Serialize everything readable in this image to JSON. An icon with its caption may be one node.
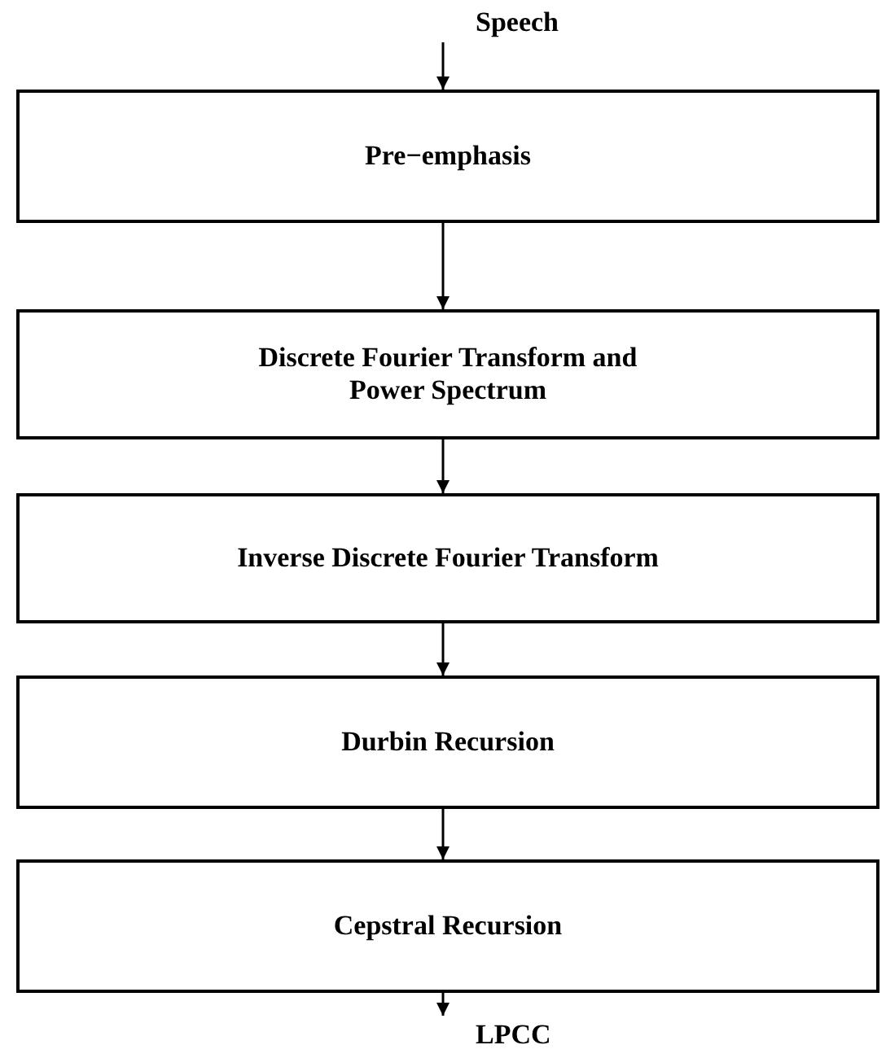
{
  "diagram": {
    "nodes": [
      {
        "text": [
          "Speech"
        ]
      },
      {
        "text": [
          "Pre−emphasis"
        ]
      },
      {
        "text": [
          "Discrete Fourier Transform and Power Spectrum"
        ]
      },
      {
        "text": [
          "Inverse Discrete Fourier Transform"
        ]
      },
      {
        "text": [
          "Durbin Recursion"
        ]
      },
      {
        "text": [
          "Cepstral Recursion"
        ]
      },
      {
        "text": [
          "LPCC"
        ]
      }
    ],
    "edges": [
      {
        "from": 0,
        "to": 1,
        "arrow": "to"
      },
      {
        "from": 1,
        "to": 2,
        "arrow": "to"
      },
      {
        "from": 2,
        "to": 3,
        "arrow": "to"
      },
      {
        "from": 3,
        "to": 4,
        "arrow": "to"
      },
      {
        "from": 4,
        "to": 5,
        "arrow": "to"
      },
      {
        "from": 5,
        "to": 6,
        "arrow": "to"
      }
    ]
  }
}
